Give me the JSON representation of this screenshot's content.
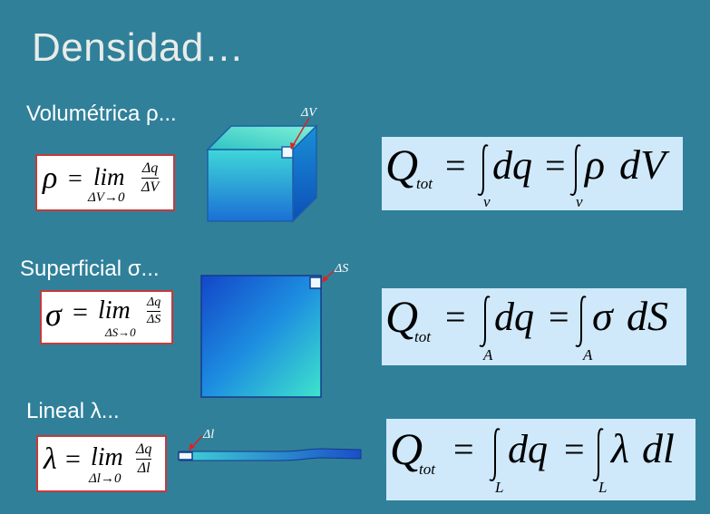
{
  "title": "Densidad…",
  "sections": {
    "volumetric": {
      "label": "Volumétrica ρ...",
      "definition": {
        "symbol": "ρ",
        "eq": "=",
        "lim": "lim",
        "sub": "ΔV→0",
        "num": "Δq",
        "den": "ΔV"
      },
      "figure_label": "ΔV",
      "integral": {
        "Q": "Q",
        "tot": "tot",
        "eq1": "=",
        "dq": "dq",
        "eq2": "=",
        "density": "ρ",
        "d": "dV",
        "lower1": "v",
        "lower2": "v"
      }
    },
    "surface": {
      "label": "Superficial σ...",
      "definition": {
        "symbol": "σ",
        "eq": "=",
        "lim": "lim",
        "sub": "ΔS→0",
        "num": "Δq",
        "den": "ΔS"
      },
      "figure_label": "ΔS",
      "integral": {
        "Q": "Q",
        "tot": "tot",
        "eq1": "=",
        "dq": "dq",
        "eq2": "=",
        "density": "σ",
        "d": "dS",
        "lower1": "A",
        "lower2": "A"
      }
    },
    "linear": {
      "label": "Lineal λ...",
      "definition": {
        "symbol": "λ",
        "eq": "=",
        "lim": "lim",
        "sub": "Δl→0",
        "num": "Δq",
        "den": "Δl"
      },
      "figure_label": "Δl",
      "integral": {
        "Q": "Q",
        "tot": "tot",
        "eq1": "=",
        "dq": "dq",
        "eq2": "=",
        "density": "λ",
        "d": "dl",
        "lower1": "L",
        "lower2": "L"
      }
    }
  },
  "colors": {
    "background": "#30809a",
    "definition_border": "#c53a3a",
    "equation_bg": "#cfe9fb",
    "arrow": "#e02020"
  }
}
